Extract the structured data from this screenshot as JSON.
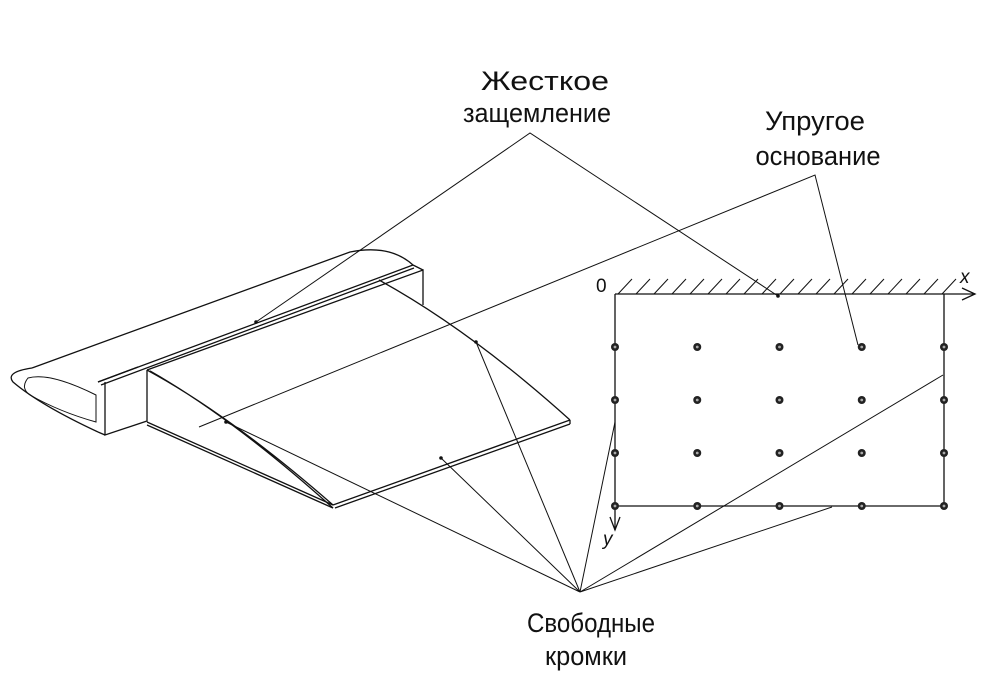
{
  "labels": {
    "rigid_clamp_line1": "Жесткое",
    "rigid_clamp_line2": "защемление",
    "elastic_base_line1": "Упругое",
    "elastic_base_line2": "основание",
    "free_edges_line1": "Свободные",
    "free_edges_line2": "кромки"
  },
  "axes": {
    "origin": "0",
    "x": "x",
    "y": "y"
  },
  "plate": {
    "support_rows": 4,
    "support_columns": 5
  },
  "colors": {
    "line": "#111111",
    "background": "#ffffff"
  }
}
